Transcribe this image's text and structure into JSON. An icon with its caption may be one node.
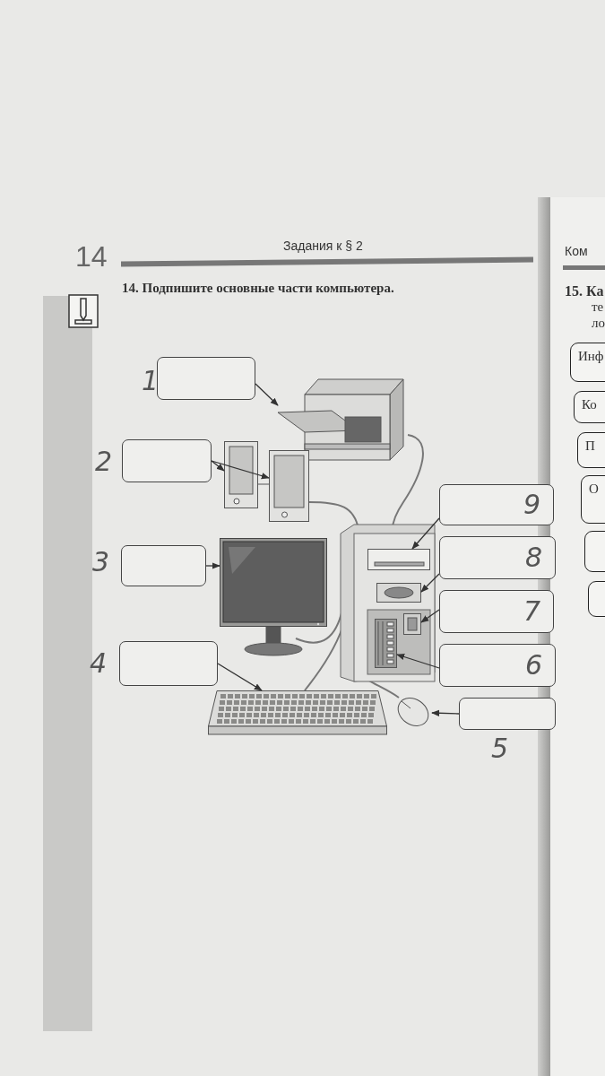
{
  "diagram": {
    "title": "14. Подпишите основные части компьютера.",
    "nodes": [
      {
        "text": [],
        "shape": "box",
        "beside": [
          "1"
        ]
      },
      {
        "text": [],
        "shape": "box",
        "beside": [
          "2"
        ]
      },
      {
        "text": [],
        "shape": "box",
        "beside": [
          "3"
        ]
      },
      {
        "text": [],
        "shape": "box",
        "beside": [
          "4"
        ]
      },
      {
        "text": [
          "9"
        ]
      },
      {
        "text": [
          "8"
        ]
      },
      {
        "text": [
          "7"
        ]
      },
      {
        "text": [
          "6"
        ]
      },
      {
        "text": [],
        "shape": "box",
        "beside": [
          "5"
        ]
      },
      {
        "text": [],
        "shape": "picture"
      },
      {
        "text": [],
        "shape": "picture"
      },
      {
        "text": [],
        "shape": "picture"
      },
      {
        "text": [],
        "shape": "picture"
      },
      {
        "text": [],
        "shape": "picture"
      },
      {
        "text": [],
        "shape": "picture"
      },
      {
        "text": [],
        "shape": "picture"
      },
      {
        "text": [],
        "shape": "picture"
      },
      {
        "text": [],
        "shape": "picture"
      },
      {
        "text": [],
        "shape": "picture"
      },
      {
        "text": [
          "Инф"
        ]
      },
      {
        "text": [
          "Ко"
        ]
      },
      {
        "text": [
          "П"
        ]
      },
      {
        "text": [
          "О"
        ]
      },
      {
        "text": [],
        "shape": "box"
      },
      {
        "text": [],
        "shape": "box"
      }
    ],
    "edges": [
      {
        "from": 0,
        "to": 9,
        "arrow": "to"
      },
      {
        "from": 1,
        "to": 10,
        "arrow": "to"
      },
      {
        "from": 1,
        "to": 11,
        "arrow": "to"
      },
      {
        "from": 2,
        "to": 12,
        "arrow": "to"
      },
      {
        "from": 3,
        "to": 17,
        "arrow": "to"
      },
      {
        "from": 4,
        "to": 13,
        "arrow": "to"
      },
      {
        "from": 5,
        "to": 14,
        "arrow": "to"
      },
      {
        "from": 6,
        "to": 15,
        "arrow": "to"
      },
      {
        "from": 7,
        "to": 16,
        "arrow": "to"
      },
      {
        "from": 8,
        "to": 18,
        "arrow": "to"
      },
      {
        "from": 10,
        "to": 11,
        "arrow": "none",
        "color": "#777777"
      }
    ],
    "labels": [
      "14",
      "Задания к § 2",
      "Ком",
      "15. Ка",
      "те",
      "ло"
    ]
  }
}
